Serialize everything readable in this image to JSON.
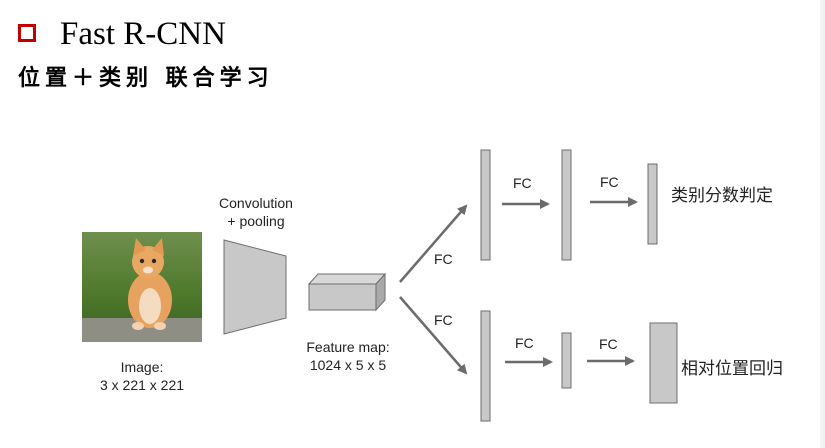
{
  "slide": {
    "title": "Fast R-CNN",
    "subtitle": "位置＋类别 联合学习"
  },
  "diagram": {
    "input": {
      "caption_line1": "Image:",
      "caption_line2": "3 x 221 x 221",
      "image_subject": "kitten-photo"
    },
    "conv": {
      "label_line1": "Convolution",
      "label_line2": "+ pooling"
    },
    "feature_map": {
      "label_line1": "Feature map:",
      "label_line2": "1024 x 5 x 5"
    },
    "fc_label": "FC",
    "upper_branch": {
      "fc_labels": [
        "FC",
        "FC",
        "FC"
      ],
      "output_label": "类别分数判定"
    },
    "lower_branch": {
      "fc_labels": [
        "FC",
        "FC",
        "FC"
      ],
      "output_label": "相对位置回归"
    },
    "colors": {
      "accent": "#c00000",
      "block_fill": "#c8c8c8",
      "block_stroke": "#6e6e6e",
      "arrow": "#6b6b6b"
    }
  }
}
